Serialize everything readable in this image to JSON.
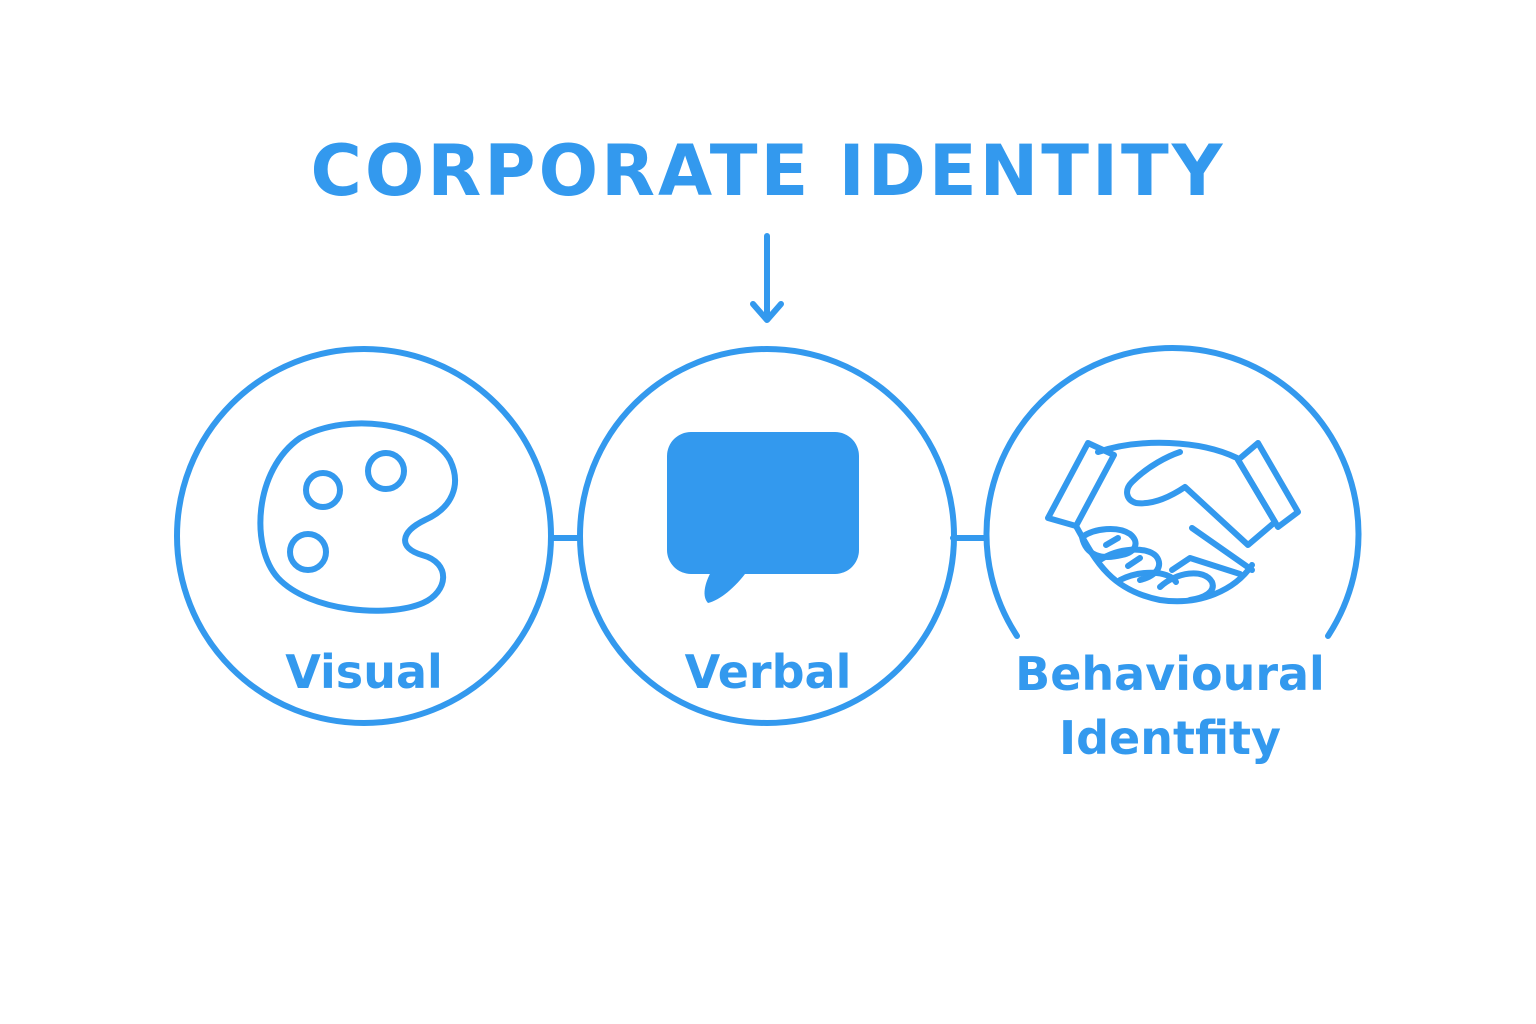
{
  "title": "CORPORATE IDENTITY",
  "accent_color": "#3399ee",
  "nodes": [
    {
      "label": "Visual",
      "icon": "palette-icon"
    },
    {
      "label": "Verbal",
      "icon": "speech-bubble-icon"
    },
    {
      "label_line1": "Behavioural",
      "label_line2": "Identfity",
      "icon": "handshake-icon"
    }
  ]
}
